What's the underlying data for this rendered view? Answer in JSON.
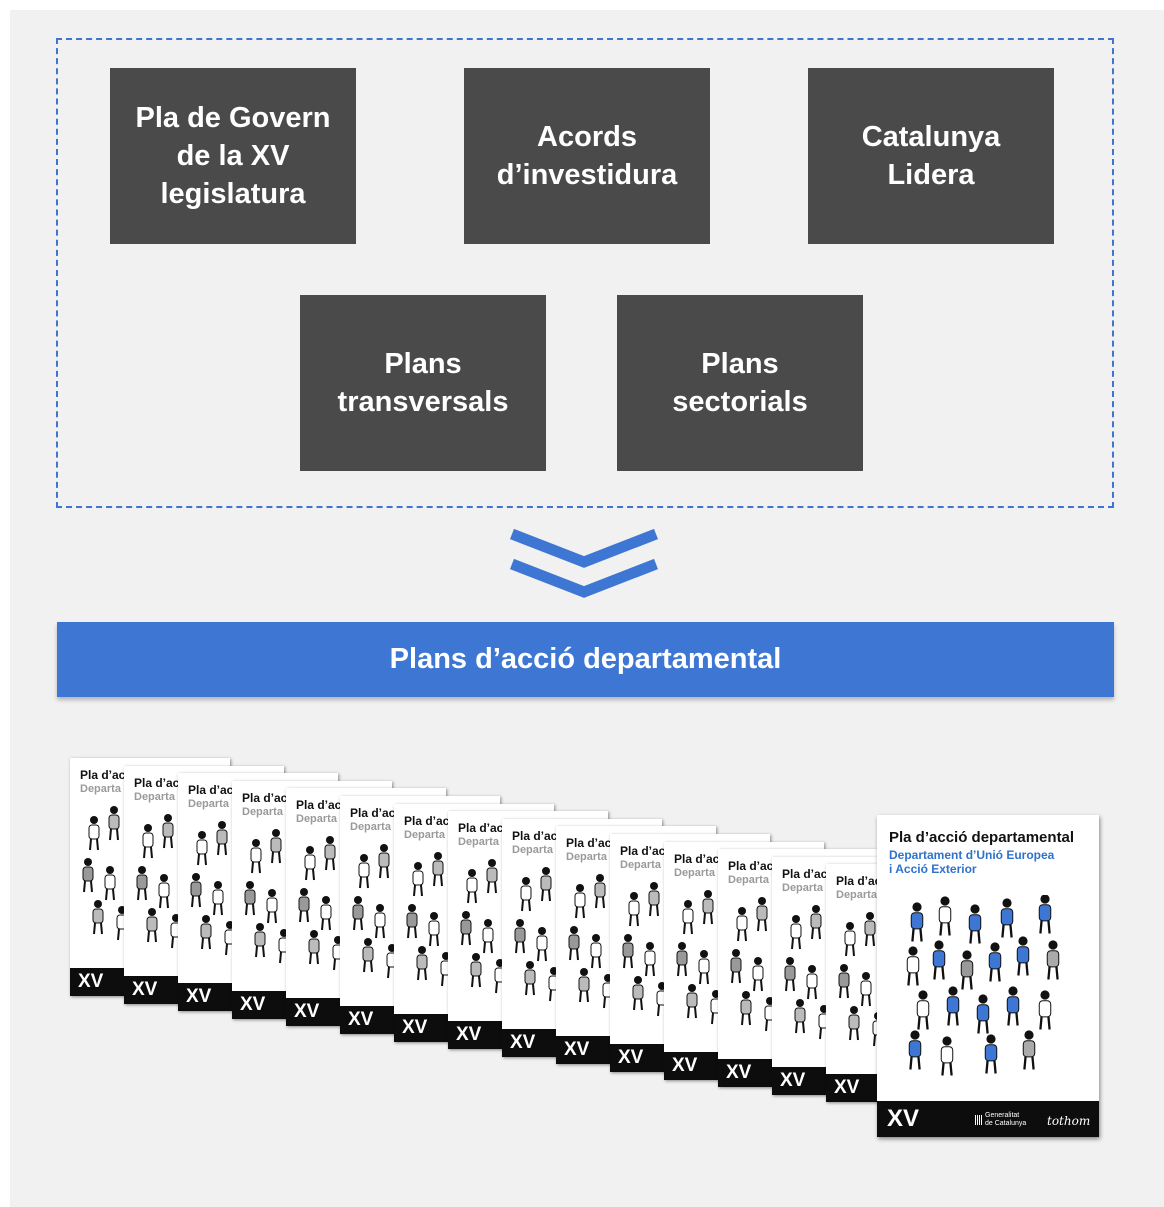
{
  "sources": [
    {
      "label": "Pla de Govern\nde la XV\nlegislatura"
    },
    {
      "label": "Acords\nd’investidura"
    },
    {
      "label": "Catalunya\nLidera"
    },
    {
      "label": "Plans\ntransversals"
    },
    {
      "label": "Plans\nsectorials"
    }
  ],
  "banner": {
    "label": "Plans d’acció departamental"
  },
  "stack_cover": {
    "title": "Pla d’ac",
    "subtitle": "Departa",
    "badge": "XV"
  },
  "main_cover": {
    "title": "Pla d’acció departamental",
    "subtitle": "Departament d’Unió Europea\ni Acció Exterior",
    "badge": "XV",
    "footer_generalitat": "Generalitat\nde Catalunya",
    "footer_brand": "tothom"
  },
  "colors": {
    "accent": "#3e77d3",
    "box": "#4a4a4a",
    "dashed": "#3f74d0"
  }
}
